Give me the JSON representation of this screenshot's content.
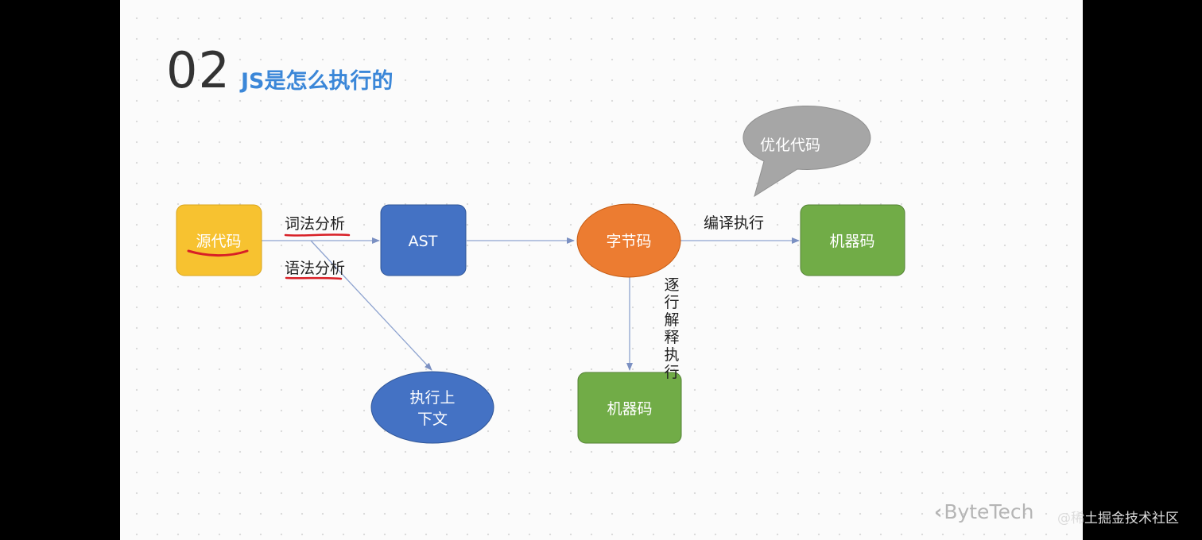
{
  "header": {
    "section_number": "02",
    "title": "JS是怎么执行的"
  },
  "nodes": {
    "source_code": "源代码",
    "ast": "AST",
    "bytecode": "字节码",
    "machine_code_top": "机器码",
    "machine_code_bottom": "机器码",
    "exec_context_line1": "执行上",
    "exec_context_line2": "下文",
    "optimize_code": "优化代码"
  },
  "edges": {
    "lexical_analysis": "词法分析",
    "syntax_analysis": "语法分析",
    "compile_execute": "编译执行",
    "interpret_line_by_line": [
      "逐",
      "行",
      "解",
      "释",
      "执",
      "行"
    ]
  },
  "footer": {
    "logo_text": "ByteTech",
    "watermark": "@稀土掘金技术社区"
  },
  "colors": {
    "source_code": "#f7c230",
    "ast": "#4472c4",
    "bytecode": "#ec7c31",
    "machine_code": "#71ac47",
    "exec_context": "#4472c4",
    "optimize_code": "#a6a6a6",
    "title": "#3b87d8",
    "arrow": "#8ea3cf",
    "annotation_underline": "#d81f26"
  }
}
